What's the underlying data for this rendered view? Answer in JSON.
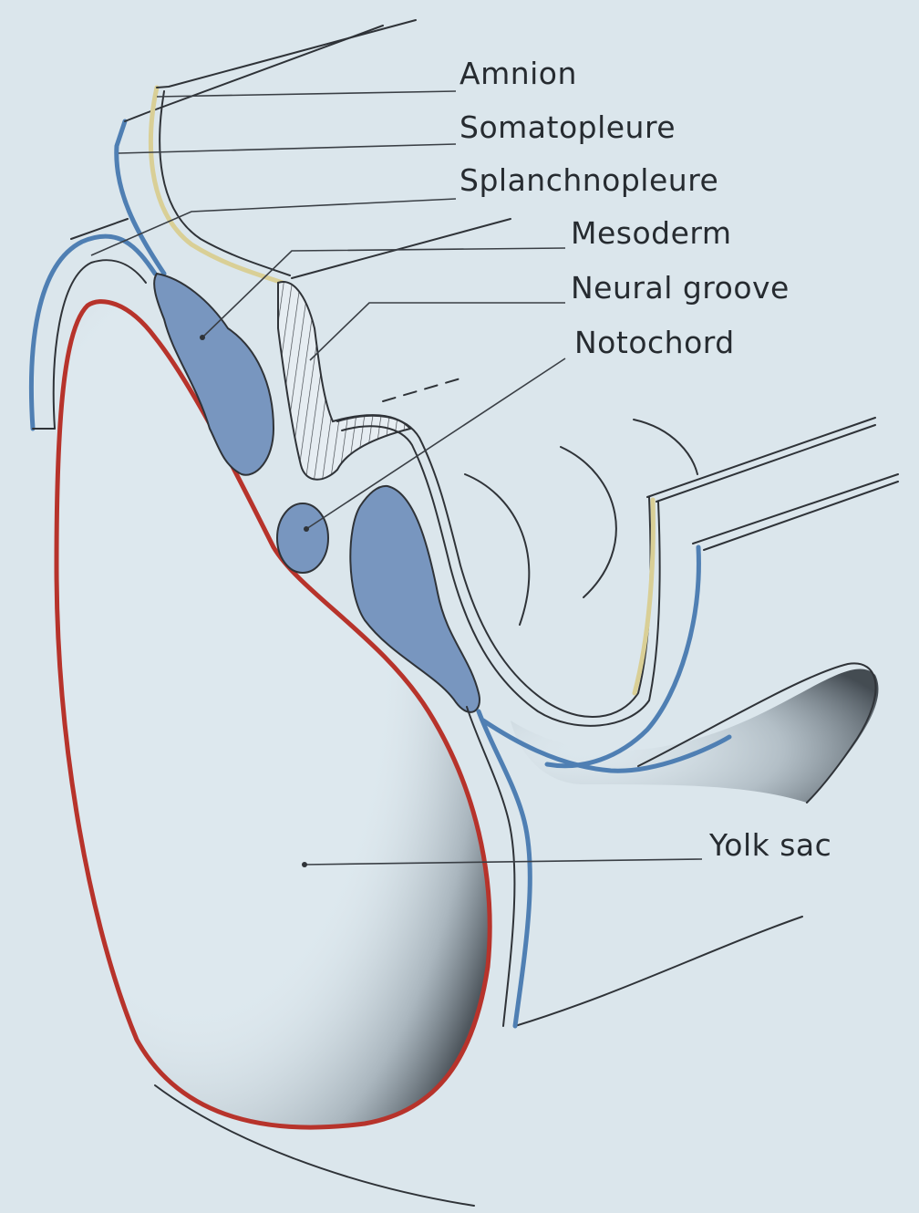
{
  "labels": {
    "amnion": "Amnion",
    "somatopleure": "Somatopleure",
    "splanchnopleure": "Splanchnopleure",
    "mesoderm": "Mesoderm",
    "neural_groove": "Neural groove",
    "notochord": "Notochord",
    "yolk_sac": "Yolk sac"
  },
  "colors": {
    "background": "#dbe6ec",
    "mesoderm_fill": "#7896bf",
    "ectoderm_line": "#4f7fb3",
    "amnion_line": "#d9cf96",
    "yolk_sac_wall": "#b7332b",
    "label_text": "#262b30"
  }
}
